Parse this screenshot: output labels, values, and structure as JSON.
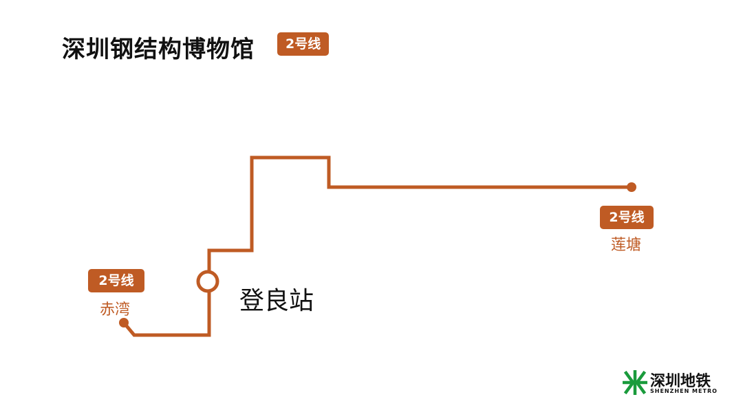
{
  "title": "深圳钢结构博物馆",
  "line": {
    "label": "2号线",
    "color": "#BF5B24"
  },
  "terminals": {
    "left": {
      "badge": "2号线",
      "name": "赤湾"
    },
    "right": {
      "badge": "2号线",
      "name": "莲塘"
    }
  },
  "station": {
    "name": "登良站"
  },
  "logo": {
    "name_cn": "深圳地铁",
    "name_en": "SHENZHEN METRO",
    "color": "#1A9B3C"
  }
}
